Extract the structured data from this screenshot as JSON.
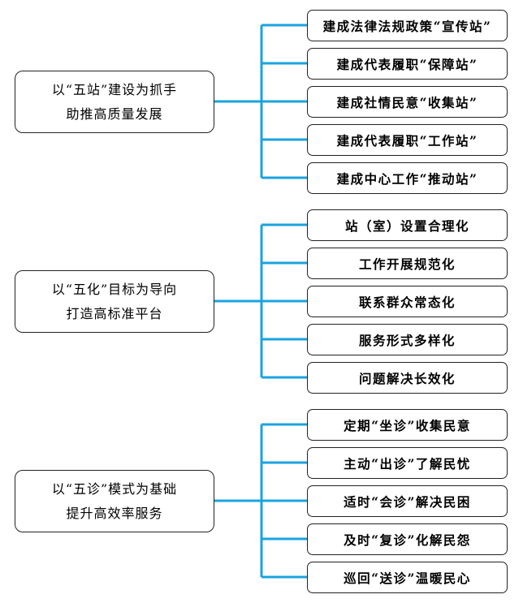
{
  "colors": {
    "connector": "#1aa3e0",
    "border": "#222222"
  },
  "groups": [
    {
      "title_line1": "以“五站”建设为抓手",
      "title_line2": "助推高质量发展",
      "items": [
        "建成法律法规政策“宣传站”",
        "建成代表履职“保障站”",
        "建成社情民意“收集站”",
        "建成代表履职“工作站”",
        "建成中心工作“推动站”"
      ]
    },
    {
      "title_line1": "以“五化”目标为导向",
      "title_line2": "打造高标准平台",
      "items": [
        "站（室）设置合理化",
        "工作开展规范化",
        "联系群众常态化",
        "服务形式多样化",
        "问题解决长效化"
      ]
    },
    {
      "title_line1": "以“五诊”模式为基础",
      "title_line2": "提升高效率服务",
      "items": [
        "定期“坐诊”收集民意",
        "主动“出诊”了解民忧",
        "适时“会诊”解决民困",
        "及时“复诊”化解民怨",
        "巡回“送诊”温暖民心"
      ]
    }
  ]
}
